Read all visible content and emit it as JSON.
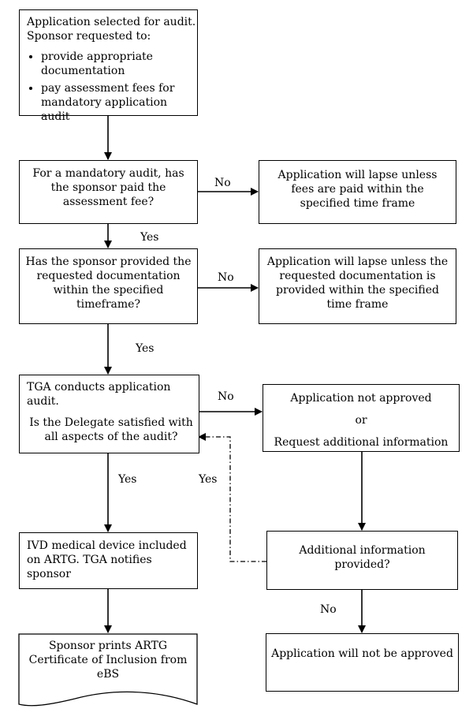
{
  "box1": {
    "line1": "Application selected for audit.",
    "line2": "Sponsor requested to:",
    "bullet1": "provide appropriate documentation",
    "bullet2": "pay assessment fees for mandatory application audit"
  },
  "box2": {
    "text": "For a mandatory audit, has the sponsor paid the assessment fee?"
  },
  "box2_no": {
    "text": "Application will lapse unless fees are paid within the specified time frame"
  },
  "box3": {
    "text": "Has the sponsor provided the requested documentation within the specified timeframe?"
  },
  "box3_no": {
    "text": "Application will lapse unless the requested documentation is provided within the specified time frame"
  },
  "box4": {
    "line1": "TGA conducts application audit.",
    "line2": "Is the Delegate satisfied with all aspects of the audit?"
  },
  "box4_no": {
    "line1": "Application not approved",
    "line2": "or",
    "line3": "Request additional information"
  },
  "box5": {
    "text": "IVD medical device included on ARTG. TGA notifies sponsor"
  },
  "box6": {
    "text": "Additional information provided?"
  },
  "box7": {
    "text": "Sponsor prints ARTG Certificate of Inclusion from eBS"
  },
  "box8": {
    "text": "Application will not be approved"
  },
  "labels": {
    "no1": "No",
    "yes1": "Yes",
    "no2": "No",
    "yes2": "Yes",
    "no3": "No",
    "yes3": "Yes",
    "yes4": "Yes",
    "no4": "No"
  }
}
